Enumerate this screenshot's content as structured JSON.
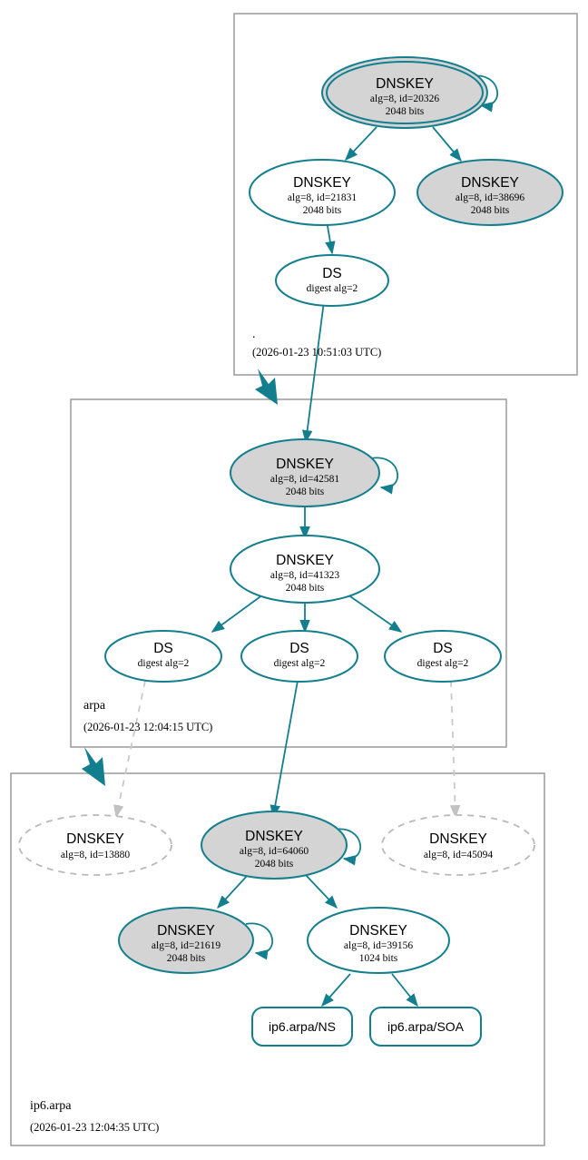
{
  "diagram": {
    "kind": "dnssec-authentication-chain",
    "colors": {
      "edge_secure": "#137f8e",
      "node_stroke": "#137f8e",
      "node_fill_signed": "#d4d4d4",
      "node_fill_plain": "#ffffff",
      "nonexistent_stroke": "#b9b9b9",
      "zone_border": "#a0a0a0",
      "text": "#000000"
    }
  },
  "zones": [
    {
      "id": "root",
      "label": ".",
      "timestamp": "(2026-01-23 10:51:03 UTC)"
    },
    {
      "id": "arpa",
      "label": "arpa",
      "timestamp": "(2026-01-23 12:04:15 UTC)"
    },
    {
      "id": "ip6-arpa",
      "label": "ip6.arpa",
      "timestamp": "(2026-01-23 12:04:35 UTC)"
    }
  ],
  "nodes": {
    "root_ksk": {
      "type": "DNSKEY",
      "title": "DNSKEY",
      "params": "alg=8, id=20326",
      "size": "2048 bits",
      "alg": 8,
      "key_id": 20326,
      "bits": 2048,
      "trust_anchor": true,
      "fill": "grey",
      "self_signed": true
    },
    "root_zsk_21831": {
      "type": "DNSKEY",
      "title": "DNSKEY",
      "params": "alg=8, id=21831",
      "size": "2048 bits",
      "alg": 8,
      "key_id": 21831,
      "bits": 2048,
      "trust_anchor": false,
      "fill": "white",
      "self_signed": false
    },
    "root_key_38696": {
      "type": "DNSKEY",
      "title": "DNSKEY",
      "params": "alg=8, id=38696",
      "size": "2048 bits",
      "alg": 8,
      "key_id": 38696,
      "bits": 2048,
      "trust_anchor": false,
      "fill": "grey",
      "self_signed": false
    },
    "root_ds": {
      "type": "DS",
      "title": "DS",
      "params": "digest alg=2",
      "digest_alg": 2
    },
    "arpa_ksk": {
      "type": "DNSKEY",
      "title": "DNSKEY",
      "params": "alg=8, id=42581",
      "size": "2048 bits",
      "alg": 8,
      "key_id": 42581,
      "bits": 2048,
      "fill": "grey",
      "self_signed": true
    },
    "arpa_zsk": {
      "type": "DNSKEY",
      "title": "DNSKEY",
      "params": "alg=8, id=41323",
      "size": "2048 bits",
      "alg": 8,
      "key_id": 41323,
      "bits": 2048,
      "fill": "white",
      "self_signed": false
    },
    "arpa_ds_left": {
      "type": "DS",
      "title": "DS",
      "params": "digest alg=2",
      "digest_alg": 2
    },
    "arpa_ds_mid": {
      "type": "DS",
      "title": "DS",
      "params": "digest alg=2",
      "digest_alg": 2
    },
    "arpa_ds_right": {
      "type": "DS",
      "title": "DS",
      "params": "digest alg=2",
      "digest_alg": 2
    },
    "ip6_key_13880": {
      "type": "DNSKEY",
      "title": "DNSKEY",
      "params": "alg=8, id=13880",
      "alg": 8,
      "key_id": 13880,
      "existent": false,
      "fill": "white"
    },
    "ip6_ksk_64060": {
      "type": "DNSKEY",
      "title": "DNSKEY",
      "params": "alg=8, id=64060",
      "size": "2048 bits",
      "alg": 8,
      "key_id": 64060,
      "bits": 2048,
      "fill": "grey",
      "self_signed": true
    },
    "ip6_key_45094": {
      "type": "DNSKEY",
      "title": "DNSKEY",
      "params": "alg=8, id=45094",
      "alg": 8,
      "key_id": 45094,
      "existent": false,
      "fill": "white"
    },
    "ip6_key_21619": {
      "type": "DNSKEY",
      "title": "DNSKEY",
      "params": "alg=8, id=21619",
      "size": "2048 bits",
      "alg": 8,
      "key_id": 21619,
      "bits": 2048,
      "fill": "grey",
      "self_signed": true
    },
    "ip6_zsk_39156": {
      "type": "DNSKEY",
      "title": "DNSKEY",
      "params": "alg=8, id=39156",
      "size": "1024 bits",
      "alg": 8,
      "key_id": 39156,
      "bits": 1024,
      "fill": "white",
      "self_signed": false
    },
    "rrset_ns": {
      "type": "RRset",
      "label": "ip6.arpa/NS"
    },
    "rrset_soa": {
      "type": "RRset",
      "label": "ip6.arpa/SOA"
    }
  }
}
